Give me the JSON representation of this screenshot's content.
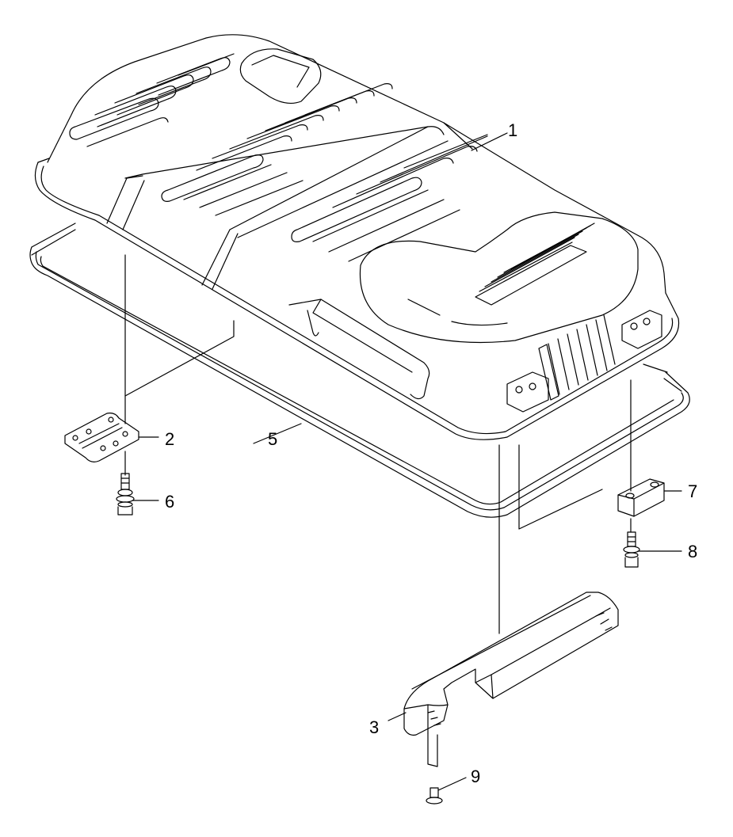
{
  "diagram": {
    "type": "exploded-parts-view",
    "line_color": "#000000",
    "background": "#ffffff",
    "callouts": [
      {
        "id": "c1",
        "label": "1"
      },
      {
        "id": "c2",
        "label": "2"
      },
      {
        "id": "c3",
        "label": "3"
      },
      {
        "id": "c5",
        "label": "5"
      },
      {
        "id": "c6",
        "label": "6"
      },
      {
        "id": "c7",
        "label": "7"
      },
      {
        "id": "c8",
        "label": "8"
      },
      {
        "id": "c9",
        "label": "9"
      }
    ]
  }
}
